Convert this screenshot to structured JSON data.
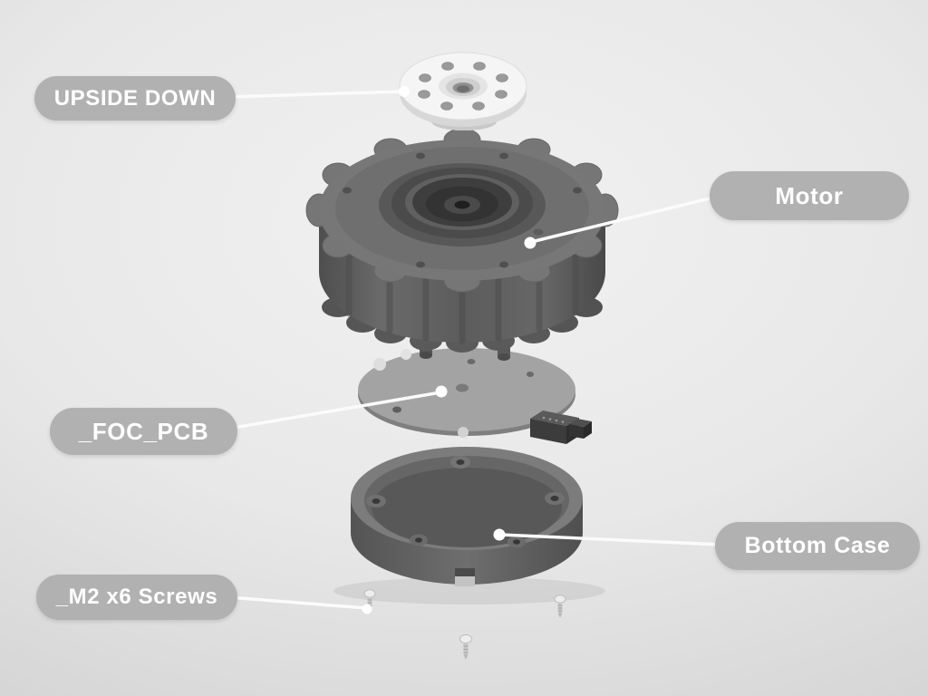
{
  "diagram": {
    "labels": [
      {
        "id": "upside-down",
        "text": "UPSIDE DOWN",
        "side": "left",
        "target_part": "rotor-flange"
      },
      {
        "id": "motor",
        "text": "Motor",
        "side": "right",
        "target_part": "motor"
      },
      {
        "id": "foc-pcb",
        "text": "_FOC_PCB",
        "side": "left",
        "target_part": "foc-pcb"
      },
      {
        "id": "bottom-case",
        "text": "Bottom Case",
        "side": "right",
        "target_part": "bottom-case"
      },
      {
        "id": "m2-screws",
        "text": "_M2 x6 Screws",
        "side": "left",
        "target_part": "screws"
      }
    ],
    "colors": {
      "background_center": "#f1f1f1",
      "background_edge": "#c1c1c1",
      "label_background": "#b1b1b1",
      "label_text": "#ffffff",
      "leader_line": "#fbfbfb",
      "motor_gray": "#6f6f6f",
      "case_gray": "#5e5e5e",
      "pcb_gray": "#a3a3a3",
      "flange_white": "#f5f5f5"
    }
  }
}
